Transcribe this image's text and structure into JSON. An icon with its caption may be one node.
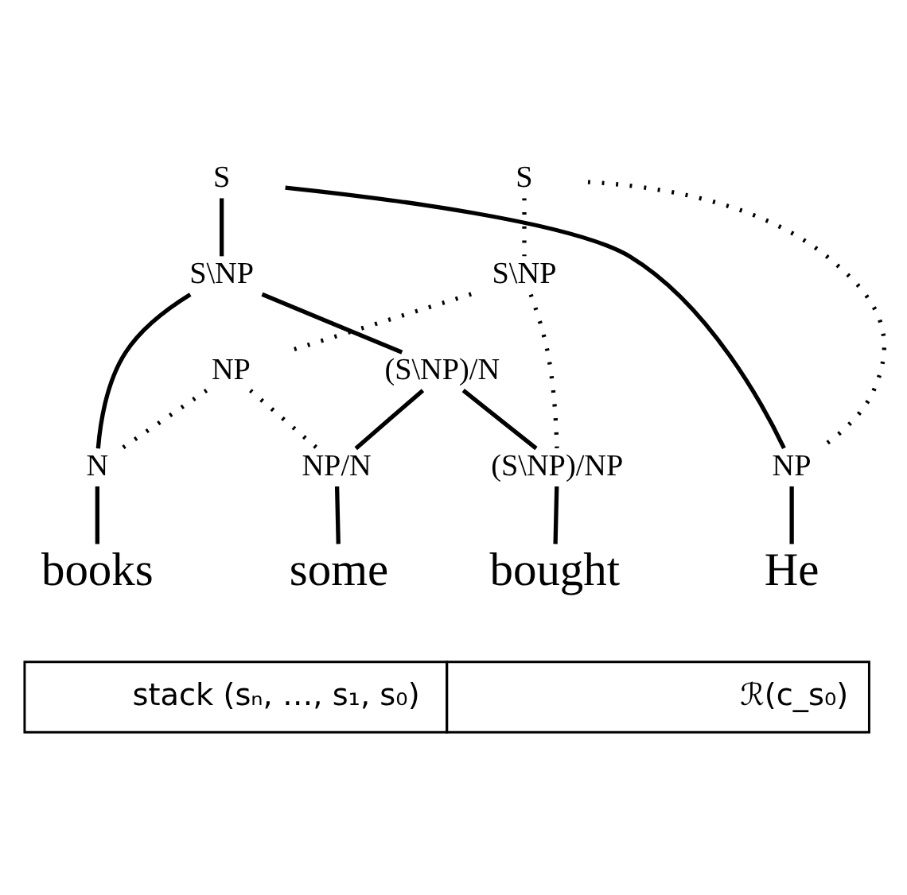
{
  "diagram": {
    "nodes": [
      {
        "text": [
          "S"
        ]
      },
      {
        "text": [
          "S"
        ]
      },
      {
        "text": [
          "S\\NP"
        ]
      },
      {
        "text": [
          "S\\NP"
        ]
      },
      {
        "text": [
          "(S\\NP)/N"
        ]
      },
      {
        "text": [
          "NP"
        ]
      },
      {
        "text": [
          "NP"
        ]
      },
      {
        "text": [
          "(S\\NP)/NP"
        ]
      },
      {
        "text": [
          "NP/N"
        ]
      },
      {
        "text": [
          "N"
        ]
      },
      {
        "text": [
          "He"
        ]
      },
      {
        "text": [
          "bought"
        ]
      },
      {
        "text": [
          "some"
        ]
      },
      {
        "text": [
          "books"
        ]
      }
    ],
    "edges": [
      {
        "from": 0,
        "to": 6,
        "arrow": "none",
        "style": "dashed"
      },
      {
        "from": 0,
        "to": 2,
        "arrow": "none",
        "style": "dashed"
      },
      {
        "from": 1,
        "to": 6,
        "arrow": "none"
      },
      {
        "from": 1,
        "to": 3,
        "arrow": "none"
      },
      {
        "from": 2,
        "to": 7,
        "arrow": "none",
        "style": "dashed"
      },
      {
        "from": 2,
        "to": 5,
        "arrow": "none",
        "style": "dashed"
      },
      {
        "from": 3,
        "to": 4,
        "arrow": "none"
      },
      {
        "from": 3,
        "to": 9,
        "arrow": "none"
      },
      {
        "from": 4,
        "to": 7,
        "arrow": "none"
      },
      {
        "from": 4,
        "to": 8,
        "arrow": "none"
      },
      {
        "from": 5,
        "to": 8,
        "arrow": "none",
        "style": "dashed"
      },
      {
        "from": 5,
        "to": 9,
        "arrow": "none",
        "style": "dashed"
      },
      {
        "from": 6,
        "to": 10,
        "arrow": "none"
      },
      {
        "from": 7,
        "to": 11,
        "arrow": "none"
      },
      {
        "from": 8,
        "to": 12,
        "arrow": "none"
      },
      {
        "from": 9,
        "to": 13,
        "arrow": "none"
      }
    ],
    "labels": [
      "stack (sₙ, …, s₁, s₀)",
      "ℛ(c_s₀)"
    ]
  }
}
